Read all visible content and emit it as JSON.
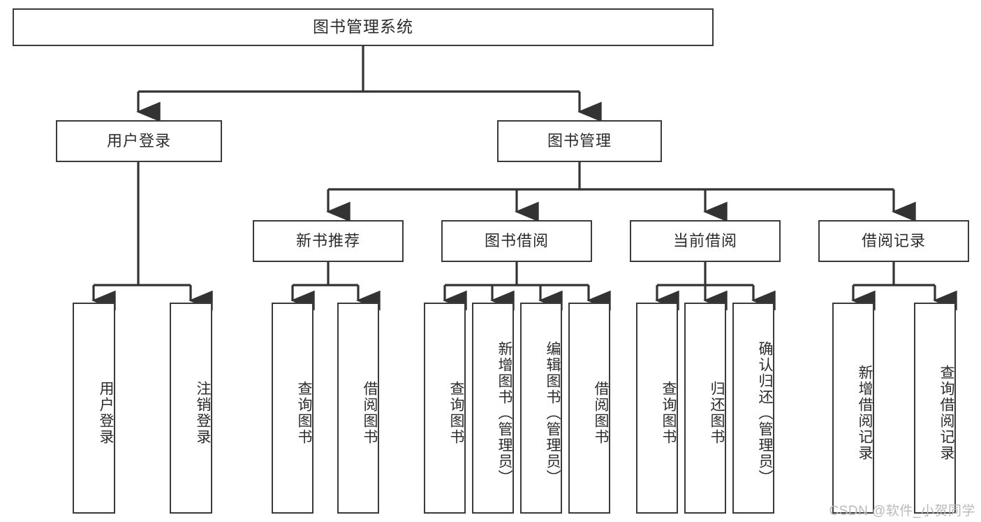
{
  "diagram": {
    "type": "tree",
    "title": "图书管理系统",
    "orientation": "top-down",
    "watermark": "CSDN @软件_小贺同学",
    "colors": {
      "box_border": "#3a3a3a",
      "box_fill": "#ffffff",
      "connector": "#333333",
      "text": "#2b2b2b",
      "watermark": "#b9b9b9",
      "background": "#ffffff"
    },
    "nodes": {
      "root": {
        "label": "图书管理系统"
      },
      "level1": [
        {
          "label": "用户登录"
        },
        {
          "label": "图书管理"
        }
      ],
      "level2": [
        {
          "label": "新书推荐"
        },
        {
          "label": "图书借阅"
        },
        {
          "label": "当前借阅"
        },
        {
          "label": "借阅记录"
        }
      ],
      "leaves_user_login": [
        {
          "label": "用户登录"
        },
        {
          "label": "注销登录"
        }
      ],
      "leaves_new_book": [
        {
          "label": "查询图书"
        },
        {
          "label": "借阅图书"
        }
      ],
      "leaves_borrow": [
        {
          "label": "查询图书"
        },
        {
          "label": "新增图书（管理员）"
        },
        {
          "label": "编辑图书（管理员）"
        },
        {
          "label": "借阅图书"
        }
      ],
      "leaves_current": [
        {
          "label": "查询图书"
        },
        {
          "label": "归还图书"
        },
        {
          "label": "确认归还（管理员）"
        }
      ],
      "leaves_records": [
        {
          "label": "新增借阅记录"
        },
        {
          "label": "查询借阅记录"
        }
      ]
    }
  }
}
